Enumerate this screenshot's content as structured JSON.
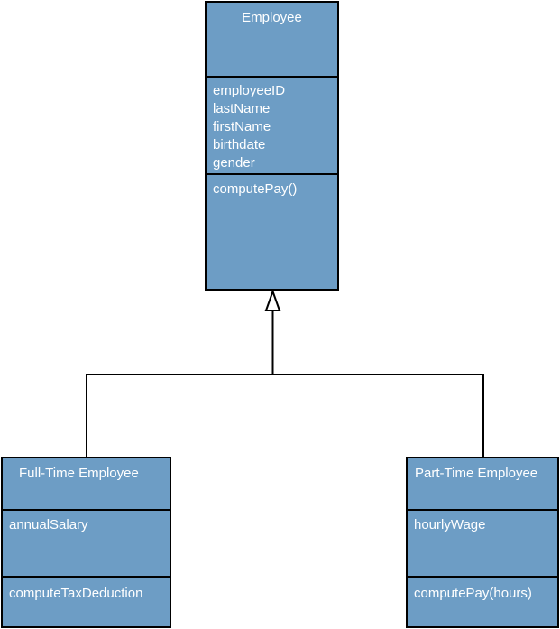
{
  "colors": {
    "class_fill": "#6d9dc5",
    "border": "#000000",
    "text": "#ffffff"
  },
  "classes": {
    "employee": {
      "name": "Employee",
      "attributes": [
        "employeeID",
        "lastName",
        "firstName",
        "birthdate",
        "gender"
      ],
      "operations": [
        "computePay()"
      ]
    },
    "full_time": {
      "name": "Full-Time Employee",
      "attributes": [
        "annualSalary"
      ],
      "operations": [
        "computeTaxDeduction"
      ]
    },
    "part_time": {
      "name": "Part-Time Employee",
      "attributes": [
        "hourlyWage"
      ],
      "operations": [
        "computePay(hours)"
      ]
    }
  },
  "relationships": [
    {
      "type": "generalization",
      "from": "Full-Time Employee",
      "to": "Employee"
    },
    {
      "type": "generalization",
      "from": "Part-Time Employee",
      "to": "Employee"
    }
  ]
}
